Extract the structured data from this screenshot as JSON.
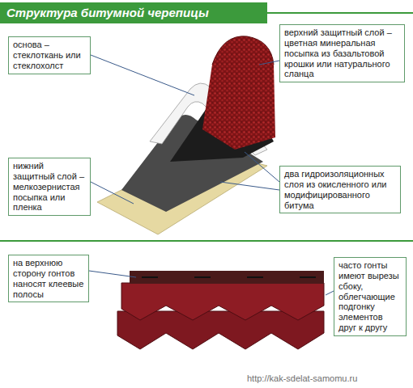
{
  "diagram": {
    "title": "Структура битумной черепицы",
    "nodes": [
      {
        "text": [
          "основа – стеклоткань или стеклохолст"
        ]
      },
      {
        "text": [
          "верхний защитный слой – цветная минеральная посыпка из базальтовой крошки или натурального сланца"
        ]
      },
      {
        "text": [
          "нижний защитный слой – мелкозернистая посыпка или пленка"
        ]
      },
      {
        "text": [
          "два гидроизоляционных слоя из окисленного или модифицированного битума"
        ]
      },
      {
        "text": [
          "на верхнюю сторону гонтов наносят клеевые полосы"
        ]
      },
      {
        "text": [
          "часто гонты имеют вырезы сбоку, облегчающие подгонку элементов друг к другу"
        ]
      }
    ],
    "labels": [
      "http://kak-sdelat-samomu.ru"
    ]
  }
}
